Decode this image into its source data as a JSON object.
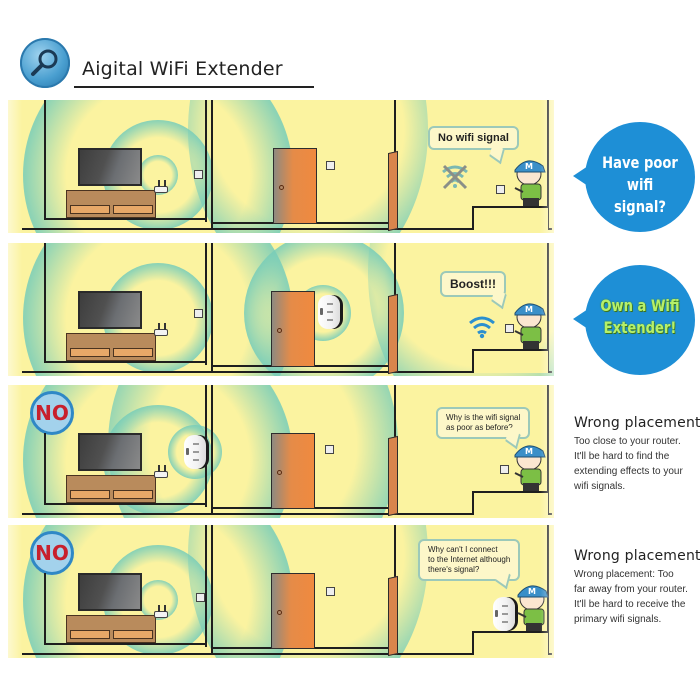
{
  "header": {
    "title": "Aigital WiFi Extender",
    "icon": "magnifier-icon"
  },
  "colors": {
    "panel_bg": "#fbf3a0",
    "signal_ring": "#78cdb9",
    "bubble_blue": "#1e8fd6",
    "no_badge_red": "#c8202c",
    "door_orange": "#f08a3f"
  },
  "panels": [
    {
      "speech": "No wifi signal",
      "wifi_status": "no-signal",
      "bubble": {
        "text_line1": "Have poor",
        "text_line2": "wifi signal?"
      }
    },
    {
      "speech": "Boost!!!",
      "wifi_status": "strong-signal",
      "bubble": {
        "text_line1": "Own a Wifi",
        "text_line2": "Extender!"
      }
    },
    {
      "badge": "NO",
      "speech_line1": "Why is the wifi signal",
      "speech_line2": "as poor as before?",
      "note": {
        "heading": "Wrong placement:",
        "lines": [
          "Too close to your router.",
          "It'll be hard to find the",
          "extending effects to your",
          "wifi signals."
        ]
      }
    },
    {
      "badge": "NO",
      "speech_line1": "Why can't I connect",
      "speech_line2": "to the Internet although",
      "speech_line3": "there's signal?",
      "note": {
        "heading": "Wrong placement:",
        "lines": [
          "Wrong placement: Too",
          "far away from your router.",
          "It'll be hard to receive the",
          "primary wifi signals."
        ]
      }
    }
  ]
}
